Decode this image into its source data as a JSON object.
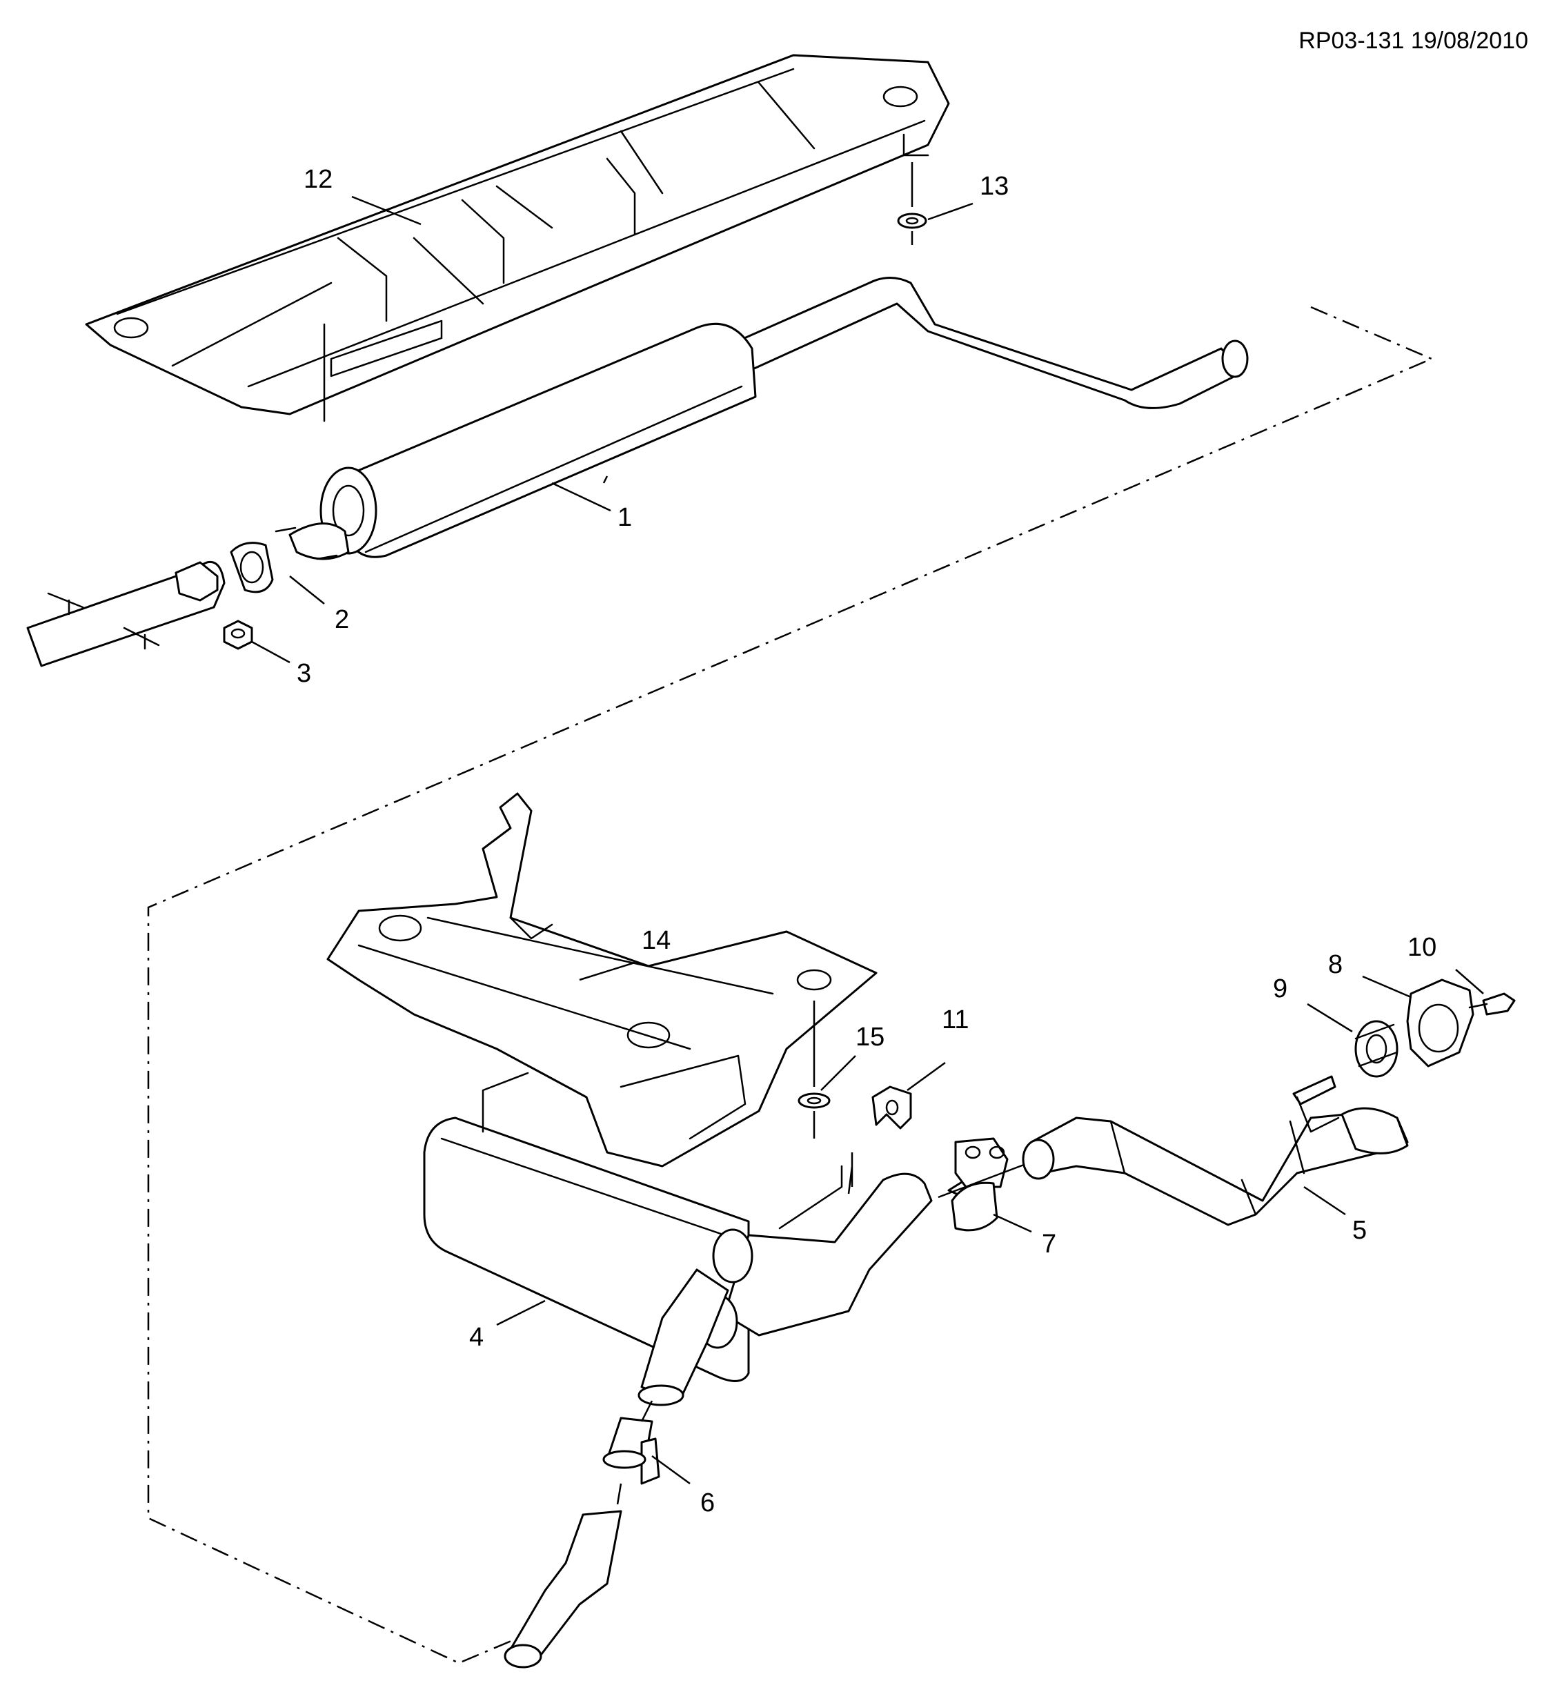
{
  "diagram": {
    "reference": "RP03-131 19/08/2010",
    "callouts": {
      "c1": "1",
      "c2": "2",
      "c3": "3",
      "c4": "4",
      "c5": "5",
      "c6": "6",
      "c7": "7",
      "c8": "8",
      "c9": "9",
      "c10": "10",
      "c11": "11",
      "c12": "12",
      "c13": "13",
      "c14": "14",
      "c15": "15"
    }
  }
}
